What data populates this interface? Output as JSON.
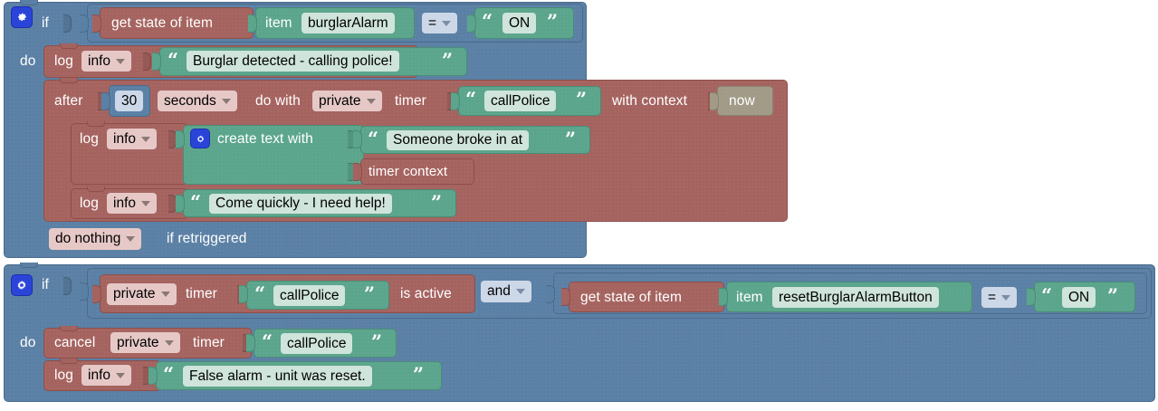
{
  "editor": {
    "name": "blockly-rule-editor",
    "colors": {
      "logic_blue": "#5b80a5",
      "action_red": "#a5635f",
      "text_green": "#5ba58c",
      "math_blue": "#5b80a5",
      "context_grey": "#a09a86",
      "field_on_red": "#e6c9c7",
      "field_on_green": "#cfe4db",
      "field_on_blue": "#ccd8e8",
      "mutator_icon": "#2b44d8",
      "canvas": "#ffffff"
    }
  },
  "blocks": {
    "rule1": {
      "mutator_icon": "gear-icon",
      "if_label": "if",
      "do_label": "do",
      "condition": {
        "get_state_label": "get state of item",
        "item_label": "item",
        "item_value": "burglarAlarm",
        "operator": "=",
        "compare_quote_open": "“",
        "compare_value": "ON",
        "compare_quote_close": "”"
      },
      "statements": {
        "log1": {
          "log_label": "log",
          "level": "info",
          "quote_open": "“",
          "text": "Burglar detected - calling police!",
          "quote_close": "”"
        },
        "after": {
          "after_label": "after",
          "duration": "30",
          "unit": "seconds",
          "do_with_label": "do with",
          "scope": "private",
          "timer_label": "timer",
          "timer_quote_open": "“",
          "timer_name": "callPolice",
          "timer_quote_close": "”",
          "with_context_label": "with context",
          "context_value": "now",
          "body": {
            "log_a": {
              "log_label": "log",
              "level": "info",
              "create_text_icon": "gear-icon",
              "create_text_label": "create text with",
              "piece1_quote_open": "“",
              "piece1_text": "Someone broke in at",
              "piece1_quote_close": "”",
              "piece2_text": "timer context"
            },
            "log_b": {
              "log_label": "log",
              "level": "info",
              "quote_open": "“",
              "text": "Come quickly - I need help!",
              "quote_close": "”"
            }
          },
          "retrigger_mode": "do nothing",
          "retrigger_label": "if retriggered"
        }
      }
    },
    "rule2": {
      "mutator_icon": "gear-icon",
      "if_label": "if",
      "do_label": "do",
      "condition_left": {
        "scope": "private",
        "timer_label": "timer",
        "quote_open": "“",
        "timer_name": "callPolice",
        "quote_close": "”",
        "is_active_label": "is active"
      },
      "boolean_operator": "and",
      "condition_right": {
        "get_state_label": "get state of item",
        "item_label": "item",
        "item_value": "resetBurglarAlarmButton",
        "operator": "=",
        "compare_quote_open": "“",
        "compare_value": "ON",
        "compare_quote_close": "”"
      },
      "statements": {
        "cancel": {
          "cancel_label": "cancel",
          "scope": "private",
          "timer_label": "timer",
          "quote_open": "“",
          "timer_name": "callPolice",
          "quote_close": "”"
        },
        "log": {
          "log_label": "log",
          "level": "info",
          "quote_open": "“",
          "text": "False alarm - unit was reset.",
          "quote_close": "”"
        }
      }
    }
  }
}
